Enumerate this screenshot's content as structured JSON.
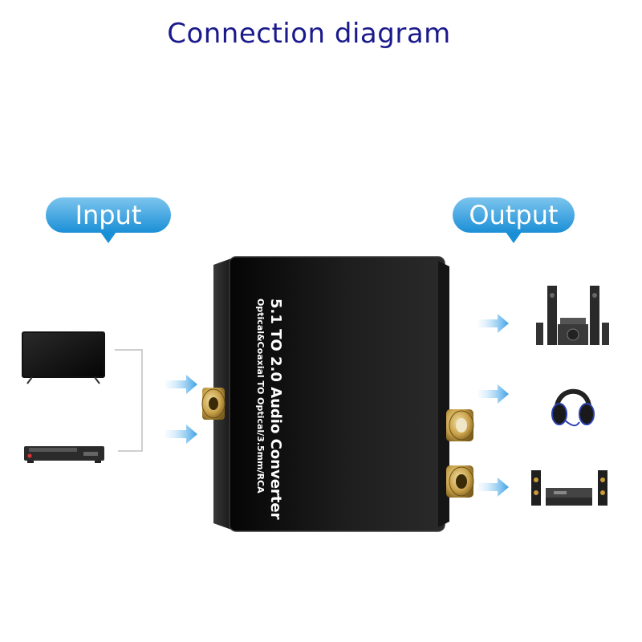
{
  "title": "Connection diagram",
  "input_label": "Input",
  "output_label": "Output",
  "device": {
    "line1": "5.1 TO 2.0 Audio Converter",
    "line2": "Optical&Coaxial TO Optical/3.5mm/RCA"
  },
  "colors": {
    "title": "#1a1a8c",
    "pill": "#1b8fd6",
    "arrow": "#4aa9e8",
    "device_body": "#1c1c1c"
  },
  "inputs": [
    {
      "icon": "tv-icon"
    },
    {
      "icon": "dvd-player-icon"
    }
  ],
  "outputs": [
    {
      "icon": "home-theater-speakers-icon"
    },
    {
      "icon": "headphones-icon"
    },
    {
      "icon": "hifi-speaker-system-icon"
    }
  ]
}
